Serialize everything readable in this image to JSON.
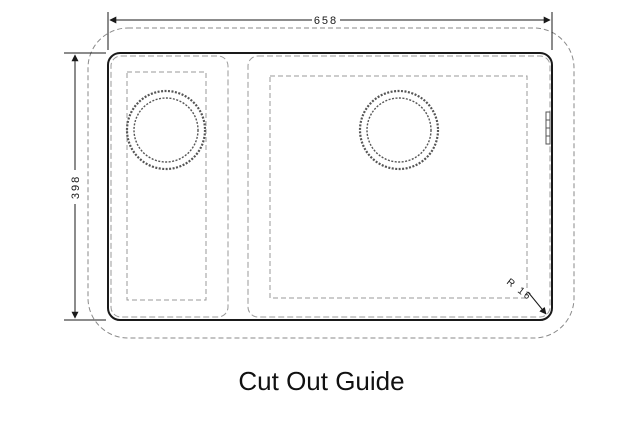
{
  "dimensions": {
    "width_label": "658",
    "height_label": "398",
    "radius_label": "R 16"
  },
  "caption": "Cut Out Guide",
  "colors": {
    "outline": "#1a1a1a",
    "dashed": "#8a8a8a",
    "background": "#ffffff"
  }
}
